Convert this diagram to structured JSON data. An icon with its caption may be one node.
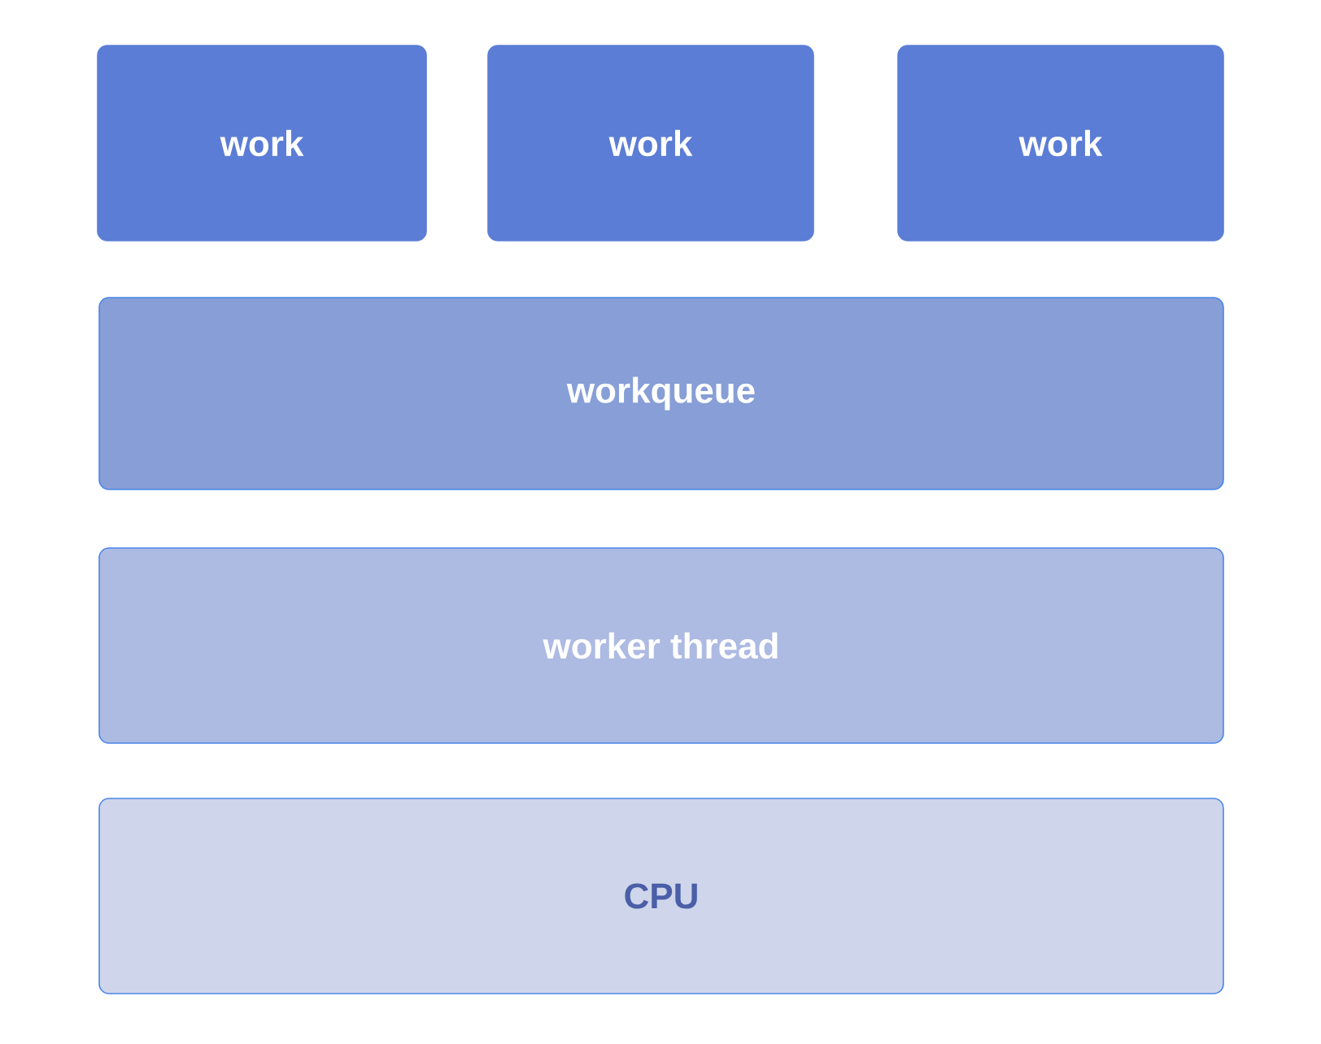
{
  "diagram": {
    "nodes": [
      {
        "text": [
          "work"
        ]
      },
      {
        "text": [
          "work"
        ]
      },
      {
        "text": [
          "work"
        ]
      },
      {
        "text": [
          "workqueue"
        ]
      },
      {
        "text": [
          "worker thread"
        ]
      },
      {
        "text": [
          "CPU"
        ]
      }
    ]
  }
}
